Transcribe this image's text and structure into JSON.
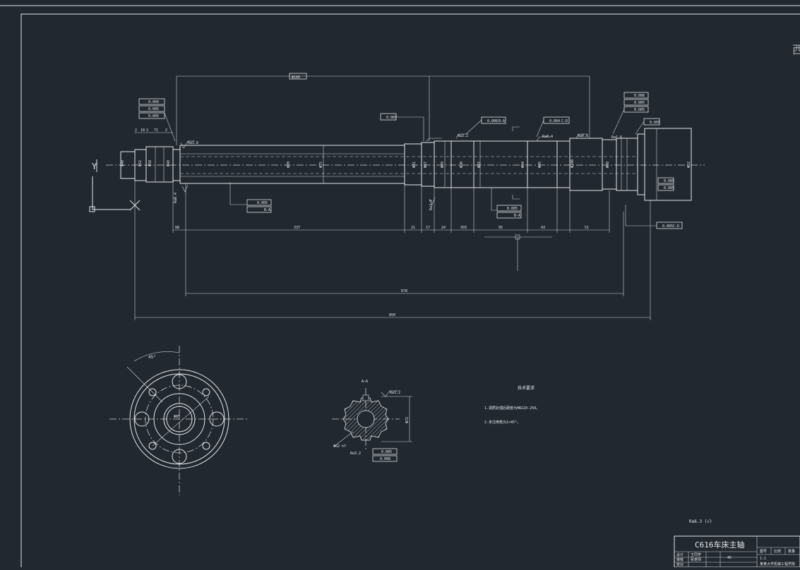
{
  "drawing": {
    "corner_char": "西",
    "axis_y_label": "Y",
    "dims": {
      "top_total": "Φ160",
      "bottom_total": "850",
      "mid_len": "678",
      "seg_left": "88",
      "seg_main": "337",
      "seg_a": "21",
      "seg_b": "17",
      "seg_c": "24",
      "seg_d": "393",
      "seg_e": "95",
      "seg_f": "43",
      "seg_g": "51",
      "left_small": [
        "2",
        "10",
        "2",
        "71",
        "2"
      ]
    },
    "diam_labels": [
      "Φ40",
      "Φ52",
      "Φ58",
      "Φ48",
      "Φ70",
      "Φ75",
      "Φ81",
      "Φ87",
      "Φ89",
      "Φ90",
      "Φ92",
      "Φ94",
      "Φ95",
      "Φ100",
      "Φ98",
      "Φ52"
    ],
    "tol": {
      "t1": "0.004",
      "t2": "0.005",
      "t3": "0.005",
      "t4": "0.005",
      "t5": "0.008",
      "t6": "0.004",
      "t7": "0.006",
      "t8": "0.005",
      "t9": "0.005",
      "ref_a": "B-A",
      "ref_c": "C-D",
      "ref_d": "C-D"
    },
    "rough": [
      "Ra1.6",
      "Ra3.2",
      "Ra0.4",
      "Ra0.8",
      "Ra1.6",
      "Ra0.4"
    ],
    "section_label": "A—A",
    "spline_dims": {
      "d1": "Φ62 h7",
      "d2": "Φ72",
      "r": "Ra3.2"
    },
    "flange_angle": "45°",
    "flange_center": "Φ85",
    "notes_title": "技术要求",
    "notes": [
      "1.调质处理后硬度为HB220-250。",
      "2.未注倒角为1×45°。"
    ],
    "surface_finish_sym": "Ra6.3 (√)",
    "title_block": {
      "name": "C616车床主轴",
      "c1": "设计",
      "c2": "审核",
      "c3": "校对",
      "v1": "王同学",
      "v2": "张老师",
      "material": "45",
      "scale": "1:1",
      "school": "某某大学机械工程学院",
      "h1": "图号",
      "h2": "比例",
      "h3": "数量"
    }
  }
}
